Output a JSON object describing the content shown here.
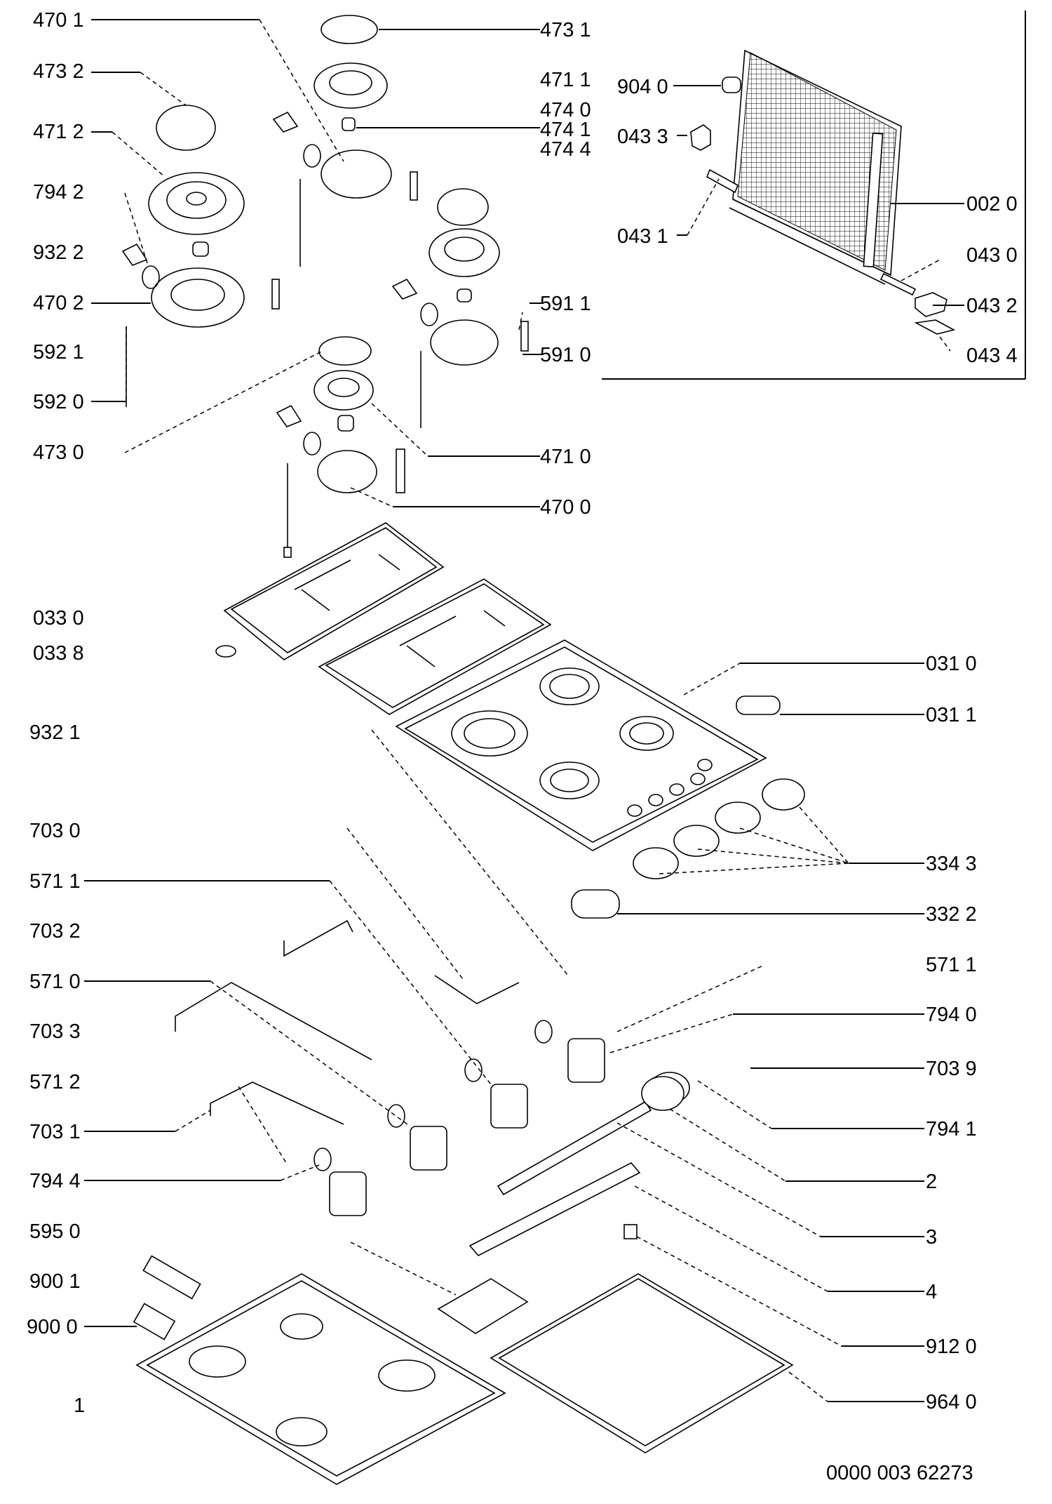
{
  "labels": {
    "l4701": "470 1",
    "l4732": "473 2",
    "l4712": "471 2",
    "l7942": "794 2",
    "l9322": "932 2",
    "l4702": "470 2",
    "l5921": "592 1",
    "l5920": "592 0",
    "l4730": "473 0",
    "l4731": "473 1",
    "l4711": "471 1",
    "l4740": "474 0",
    "l4741": "474 1",
    "l4744": "474 4",
    "l5911": "591 1",
    "l5910": "591 0",
    "l4710": "471 0",
    "l4700": "470 0",
    "l9040": "904 0",
    "l0433": "043 3",
    "l0431": "043 1",
    "l0020": "002 0",
    "l0430": "043 0",
    "l0432": "043 2",
    "l0434": "043 4",
    "l0330": "033 0",
    "l0338": "033 8",
    "l9321": "932 1",
    "l0310": "031 0",
    "l0311": "031 1",
    "l7030": "703 0",
    "l5711a": "571 1",
    "l7032": "703 2",
    "l5710": "571 0",
    "l7033": "703 3",
    "l5712": "571 2",
    "l7031": "703 1",
    "l7944": "794 4",
    "l5950": "595 0",
    "l9001": "900 1",
    "l9000": "900 0",
    "l1": "1",
    "l3343": "334 3",
    "l3322": "332 2",
    "l5711b": "571 1",
    "l7940": "794 0",
    "l7039": "703 9",
    "l7941": "794 1",
    "l2": "2",
    "l3": "3",
    "l4": "4",
    "l9120": "912 0",
    "l9640": "964 0",
    "docnum": "0000 003 62273"
  }
}
